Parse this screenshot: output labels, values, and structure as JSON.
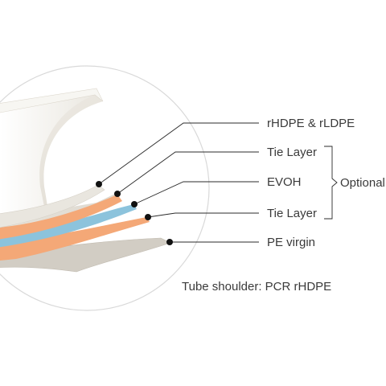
{
  "layers": [
    {
      "label": "rHDPE & rLDPE"
    },
    {
      "label": "Tie Layer"
    },
    {
      "label": "EVOH"
    },
    {
      "label": "Tie Layer"
    },
    {
      "label": "PE virgin"
    }
  ],
  "bracket_label": "Optional",
  "caption": "Tube shoulder: PCR rHDPE",
  "colors": {
    "background": "#ffffff",
    "circle_outline": "#d9d9d9",
    "outer_layer": "#e9e6df",
    "tie_layer": "#f4a877",
    "evoh_layer": "#8cc3dc",
    "pe_virgin": "#d2cdc4",
    "leader_line": "#2b2b2b",
    "text": "#3a3a3a"
  }
}
